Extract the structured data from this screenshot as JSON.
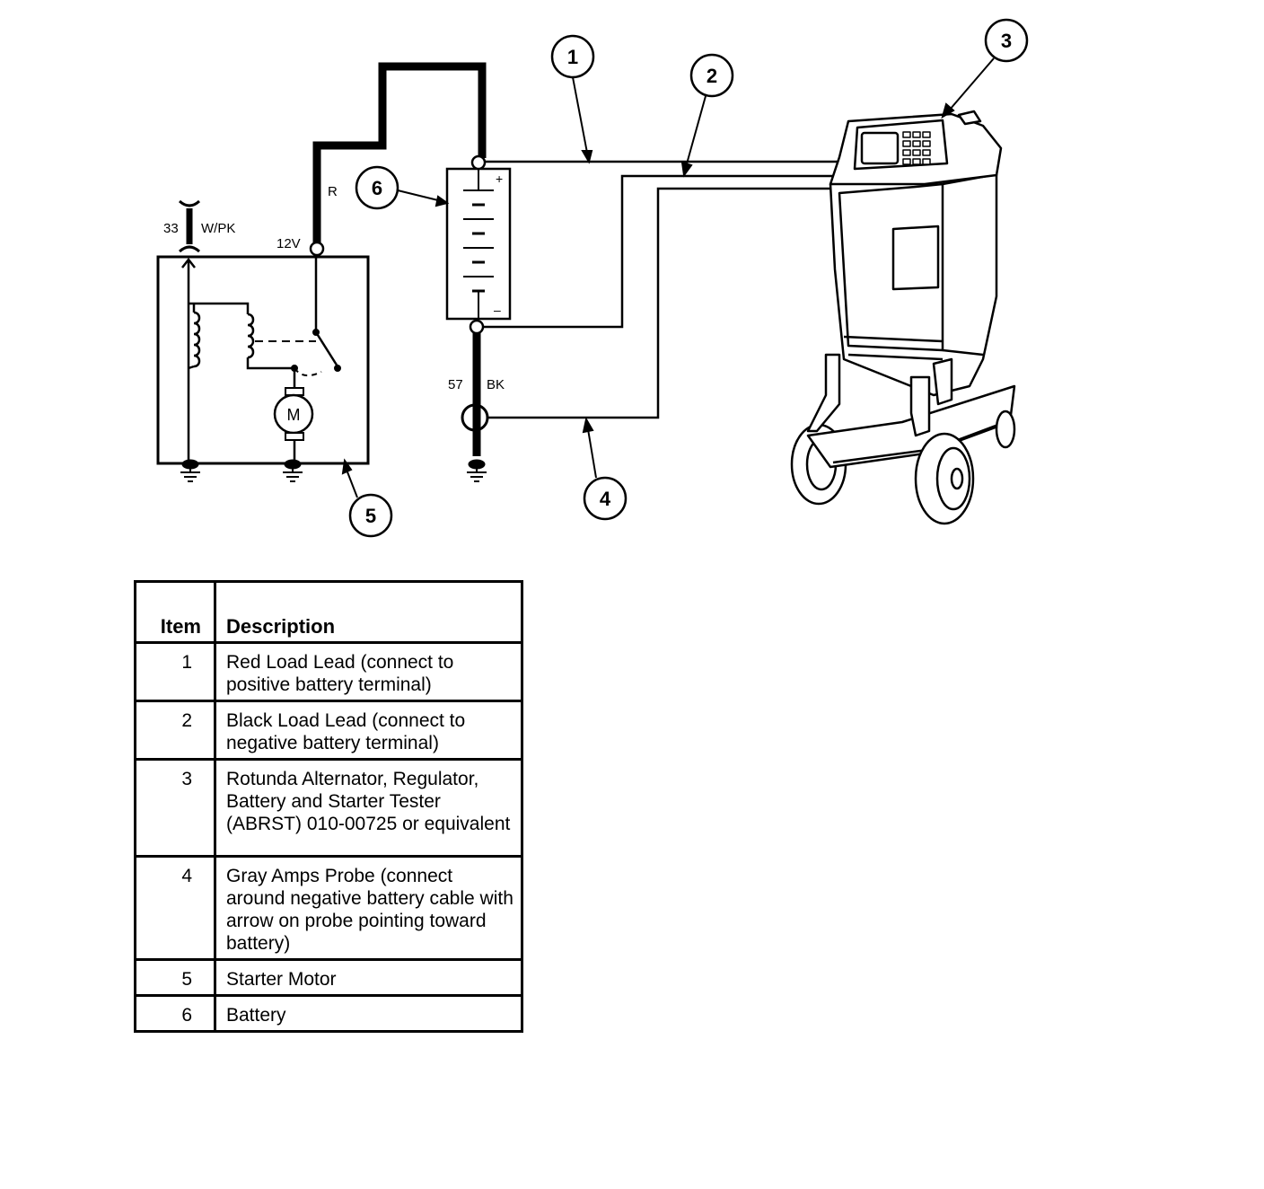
{
  "diagram": {
    "callouts": [
      "1",
      "2",
      "3",
      "4",
      "5",
      "6"
    ],
    "wire_labels": {
      "circuit_33": "33",
      "color_wpk": "W/PK",
      "red": "R",
      "voltage": "12V",
      "circuit_57": "57",
      "black": "BK"
    },
    "motor_symbol": "M",
    "battery_plus": "+",
    "battery_minus": "–"
  },
  "legend": {
    "header_item": "Item",
    "header_description": "Description",
    "rows": [
      {
        "item": "1",
        "description": "Red Load Lead (connect to positive battery terminal)"
      },
      {
        "item": "2",
        "description": "Black Load Lead (connect to negative battery terminal)"
      },
      {
        "item": "3",
        "description": "Rotunda Alternator, Regulator, Battery and Starter Tester (ABRST) 010-00725 or equivalent"
      },
      {
        "item": "4",
        "description": "Gray Amps Probe (connect around negative battery cable with arrow on probe pointing toward battery)"
      },
      {
        "item": "5",
        "description": "Starter Motor"
      },
      {
        "item": "6",
        "description": "Battery"
      }
    ]
  }
}
